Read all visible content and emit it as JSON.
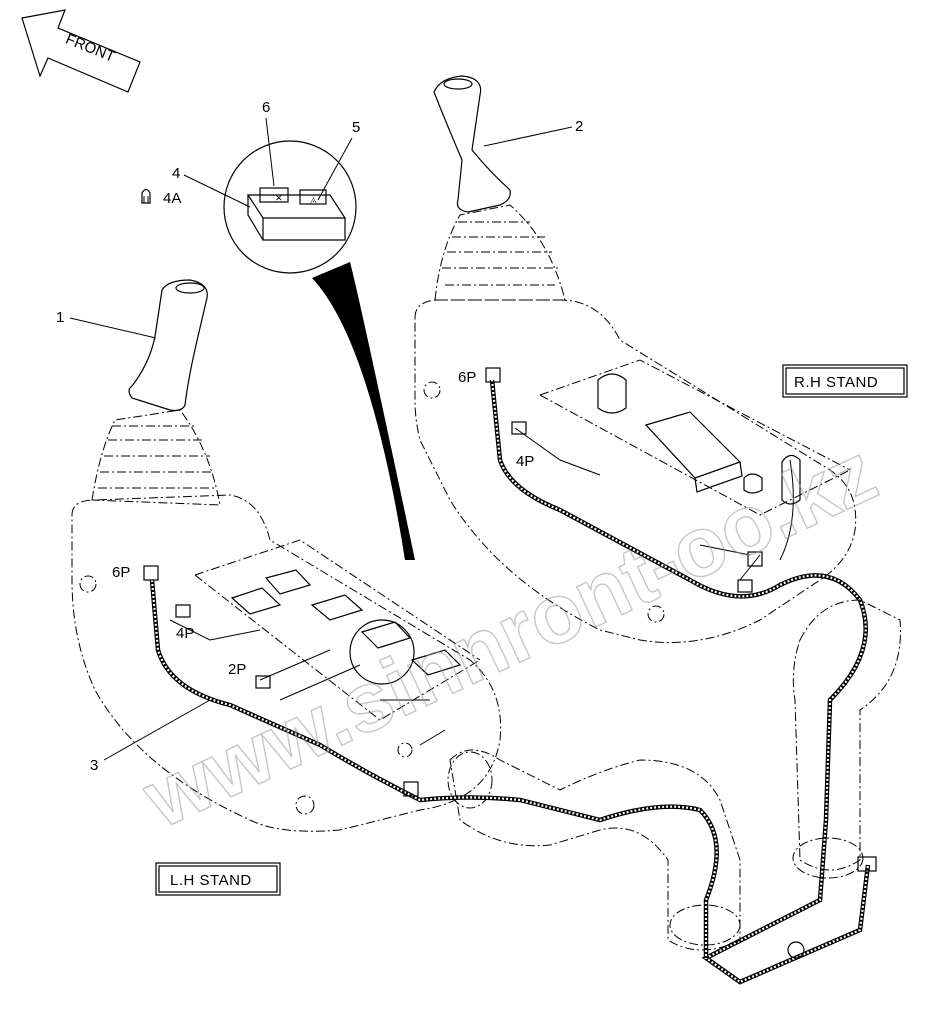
{
  "front_arrow": {
    "label": "FRONT"
  },
  "stands": {
    "rh": "R.H STAND",
    "lh": "L.H STAND"
  },
  "part_callouts": {
    "p1": "1",
    "p2": "2",
    "p3": "3",
    "p4": "4",
    "p4a": "4A",
    "p5": "5",
    "p6": "6"
  },
  "connector_labels": {
    "rh_6p": "6P",
    "rh_4p": "4P",
    "lh_6p": "6P",
    "lh_4p": "4P",
    "lh_2p": "2P"
  },
  "watermark": {
    "text": "www.sinnront-oo.kz"
  },
  "icons": [
    "front-arrow-icon",
    "bulb-icon",
    "switch-detail-icon",
    "joystick-icon",
    "connector-icon",
    "ring-terminal-icon"
  ]
}
